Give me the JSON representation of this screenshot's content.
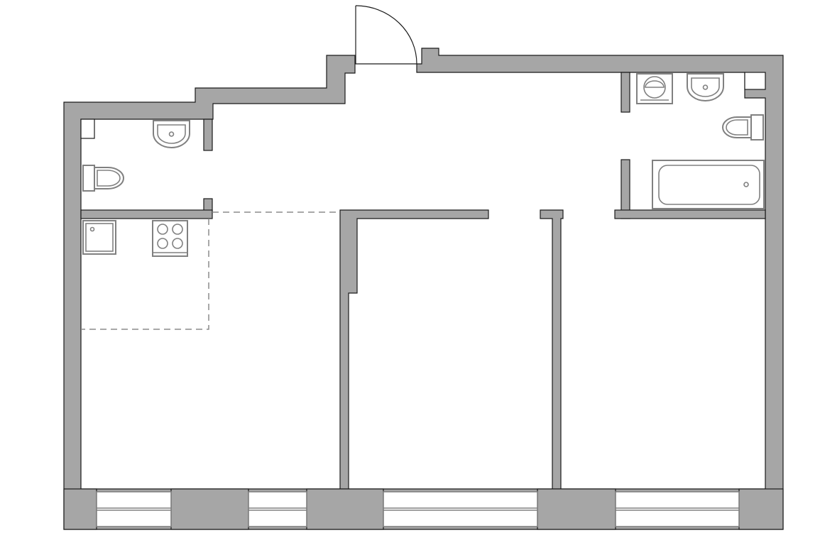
{
  "plan": {
    "colors": {
      "wall_fill": "#a6a6a6",
      "wall_outline": "#1a1a1a",
      "fixture_stroke": "#808080",
      "kitchen_zone_dash": "#8c8c8c",
      "background": "#ffffff"
    },
    "rooms": [
      "living-kitchen",
      "bedroom",
      "bedroom",
      "bathroom",
      "toilet-room",
      "hallway"
    ],
    "fixtures": [
      "wash-basin-icon",
      "toilet-icon",
      "sink-icon",
      "stove-icon",
      "washing-machine-icon",
      "bathtub-icon"
    ],
    "entrance_door": "swing-door",
    "window_count": 4
  }
}
